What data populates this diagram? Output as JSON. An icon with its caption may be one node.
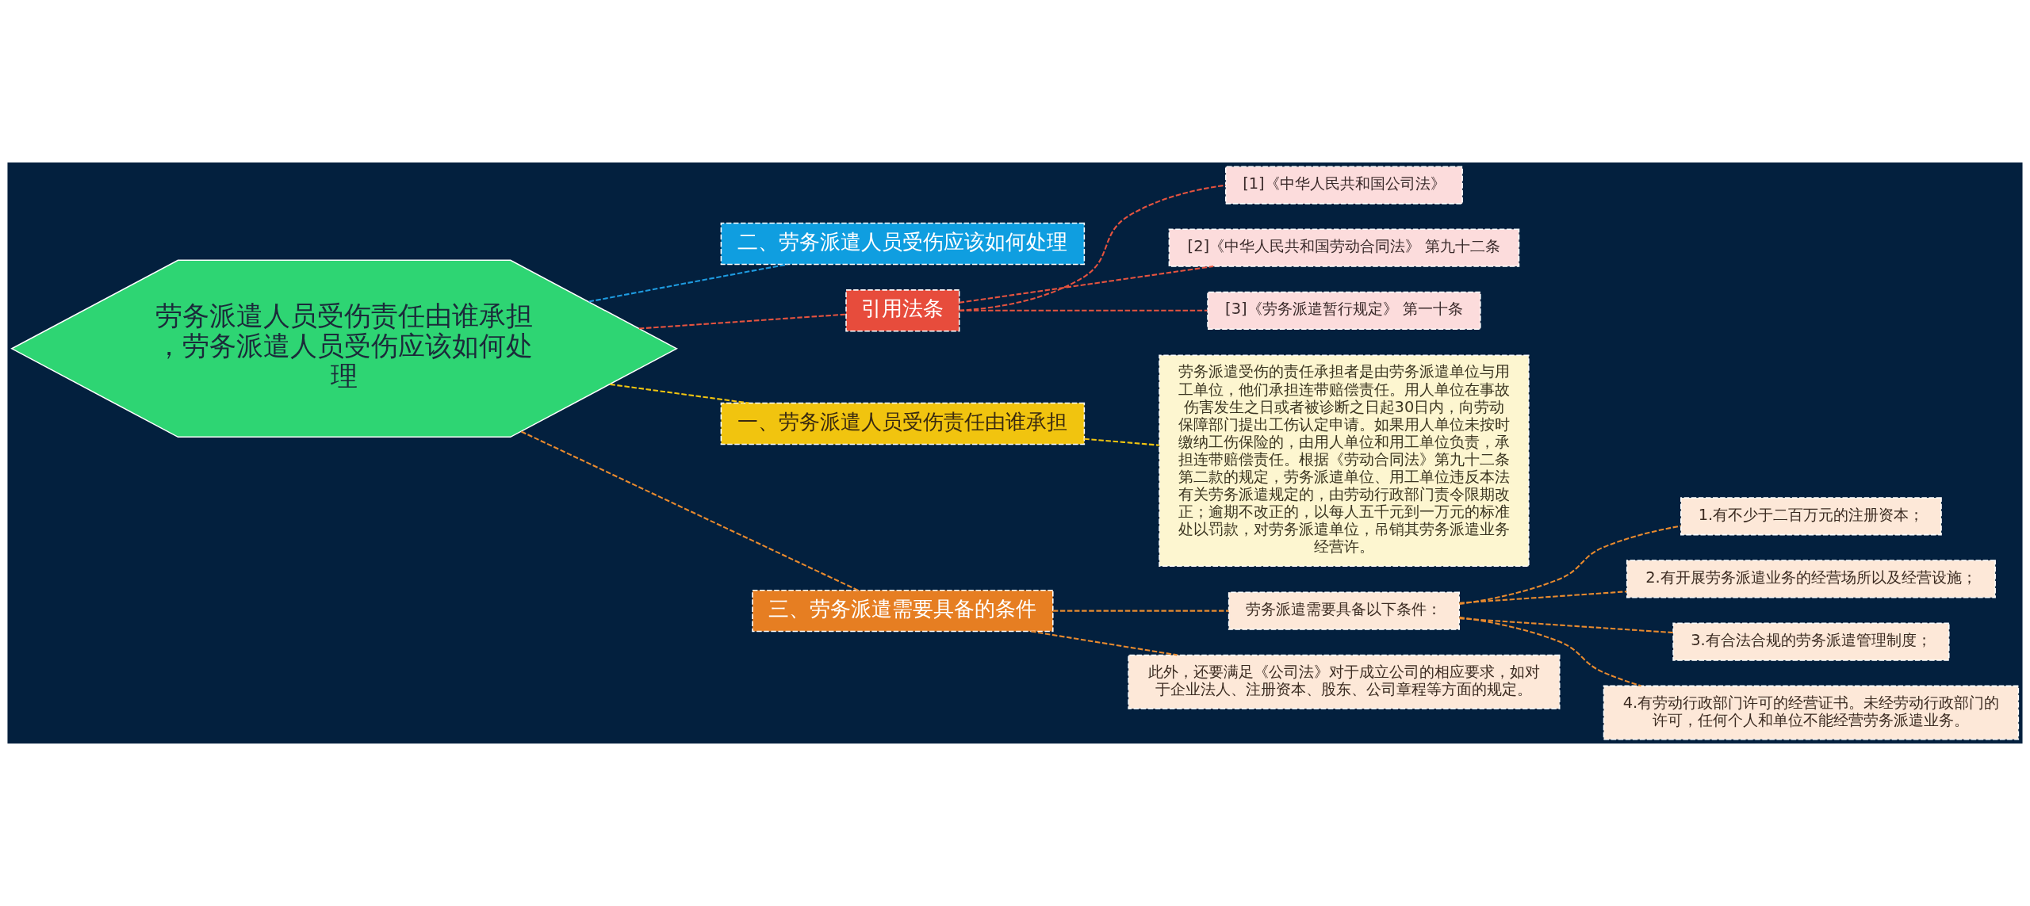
{
  "diagram": {
    "nodes": [
      {
        "text": [
          "劳务派遣人员受伤责任由谁承担，劳务派遣人员受伤应该如何处理"
        ]
      },
      {
        "text": [
          "二、劳务派遣人员受伤应该如何处理"
        ]
      },
      {
        "text": [
          "引用法条"
        ]
      },
      {
        "text": [
          "[1]《中华人民共和国公司法》"
        ]
      },
      {
        "text": [
          "[2]《中华人民共和国劳动合同法》 第九十二条"
        ]
      },
      {
        "text": [
          "[3]《劳务派遣暂行规定》 第一十条"
        ]
      },
      {
        "text": [
          "一、劳务派遣人员受伤责任由谁承担"
        ]
      },
      {
        "text": [
          "劳务派遣受伤的责任承担者是由劳务派遣单位与用工单位，他们承担连带赔偿责任。用人单位在事故伤害发生之日或者被诊断之日起30日内，向劳动保障部门提出工伤认定申请。如果用人单位未按时缴纳工伤保险的，由用人单位和用工单位负责，承担连带赔偿责任。根据《劳动合同法》第九十二条第二款的规定，劳务派遣单位、用工单位违反本法有关劳务派遣规定的，由劳动行政部门责令限期改正；逾期不改正的，以每人五千元到一万元的标准处以罚款，对劳务派遣单位，吊销其劳务派遣业务经营许。"
        ]
      },
      {
        "text": [
          "三、劳务派遣需要具备的条件"
        ]
      },
      {
        "text": [
          "劳务派遣需要具备以下条件："
        ]
      },
      {
        "text": [
          "1.有不少于二百万元的注册资本；"
        ]
      },
      {
        "text": [
          "2.有开展劳务派遣业务的经营场所以及经营设施；"
        ]
      },
      {
        "text": [
          "3.有合法合规的劳务派遣管理制度；"
        ]
      },
      {
        "text": [
          "4.有劳动行政部门许可的经营证书。未经劳动行政部门的许可，任何个人和单位不能经营劳务派遣业务。"
        ]
      },
      {
        "text": [
          "此外，还要满足《公司法》对于成立公司的相应要求，如对于企业法人、注册资本、股东、公司章程等方面的规定。"
        ]
      }
    ],
    "edges": [
      {
        "from": 0,
        "to": 1,
        "arrow": "none",
        "color": "#1e9be0"
      },
      {
        "from": 0,
        "to": 2,
        "arrow": "none",
        "color": "#e5533f"
      },
      {
        "from": 2,
        "to": 3,
        "arrow": "none",
        "color": "#e5533f"
      },
      {
        "from": 2,
        "to": 4,
        "arrow": "none",
        "color": "#e5533f"
      },
      {
        "from": 2,
        "to": 5,
        "arrow": "none",
        "color": "#e5533f"
      },
      {
        "from": 0,
        "to": 6,
        "arrow": "none",
        "color": "#f1c40f"
      },
      {
        "from": 6,
        "to": 7,
        "arrow": "none",
        "color": "#f1c40f"
      },
      {
        "from": 0,
        "to": 8,
        "arrow": "none"
      },
      {
        "from": 8,
        "to": 9,
        "arrow": "none"
      },
      {
        "from": 9,
        "to": 10,
        "arrow": "none"
      },
      {
        "from": 9,
        "to": 11,
        "arrow": "none"
      },
      {
        "from": 9,
        "to": 12,
        "arrow": "none"
      },
      {
        "from": 9,
        "to": 13,
        "arrow": "none"
      },
      {
        "from": 8,
        "to": 14,
        "arrow": "none"
      }
    ]
  }
}
